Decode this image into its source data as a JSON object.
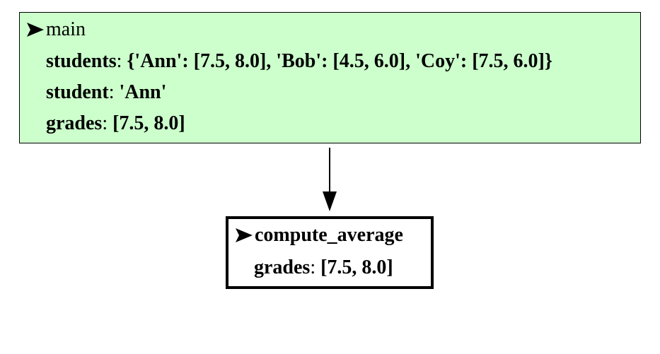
{
  "frames": [
    {
      "title": "main",
      "active": false,
      "fill": "#ccffcc",
      "variables": [
        {
          "name": "students",
          "value": "{'Ann': [7.5, 8.0], 'Bob': [4.5, 6.0], 'Coy': [7.5, 6.0]}"
        },
        {
          "name": "student",
          "value": "'Ann'"
        },
        {
          "name": "grades",
          "value": "[7.5, 8.0]"
        }
      ]
    },
    {
      "title": "compute_average",
      "active": true,
      "fill": "#ffffff",
      "variables": [
        {
          "name": "grades",
          "value": "[7.5, 8.0]"
        }
      ]
    }
  ],
  "separator": ": ",
  "icons": {
    "frame_marker": "arrowhead-icon",
    "call_edge": "down-arrow-icon"
  }
}
